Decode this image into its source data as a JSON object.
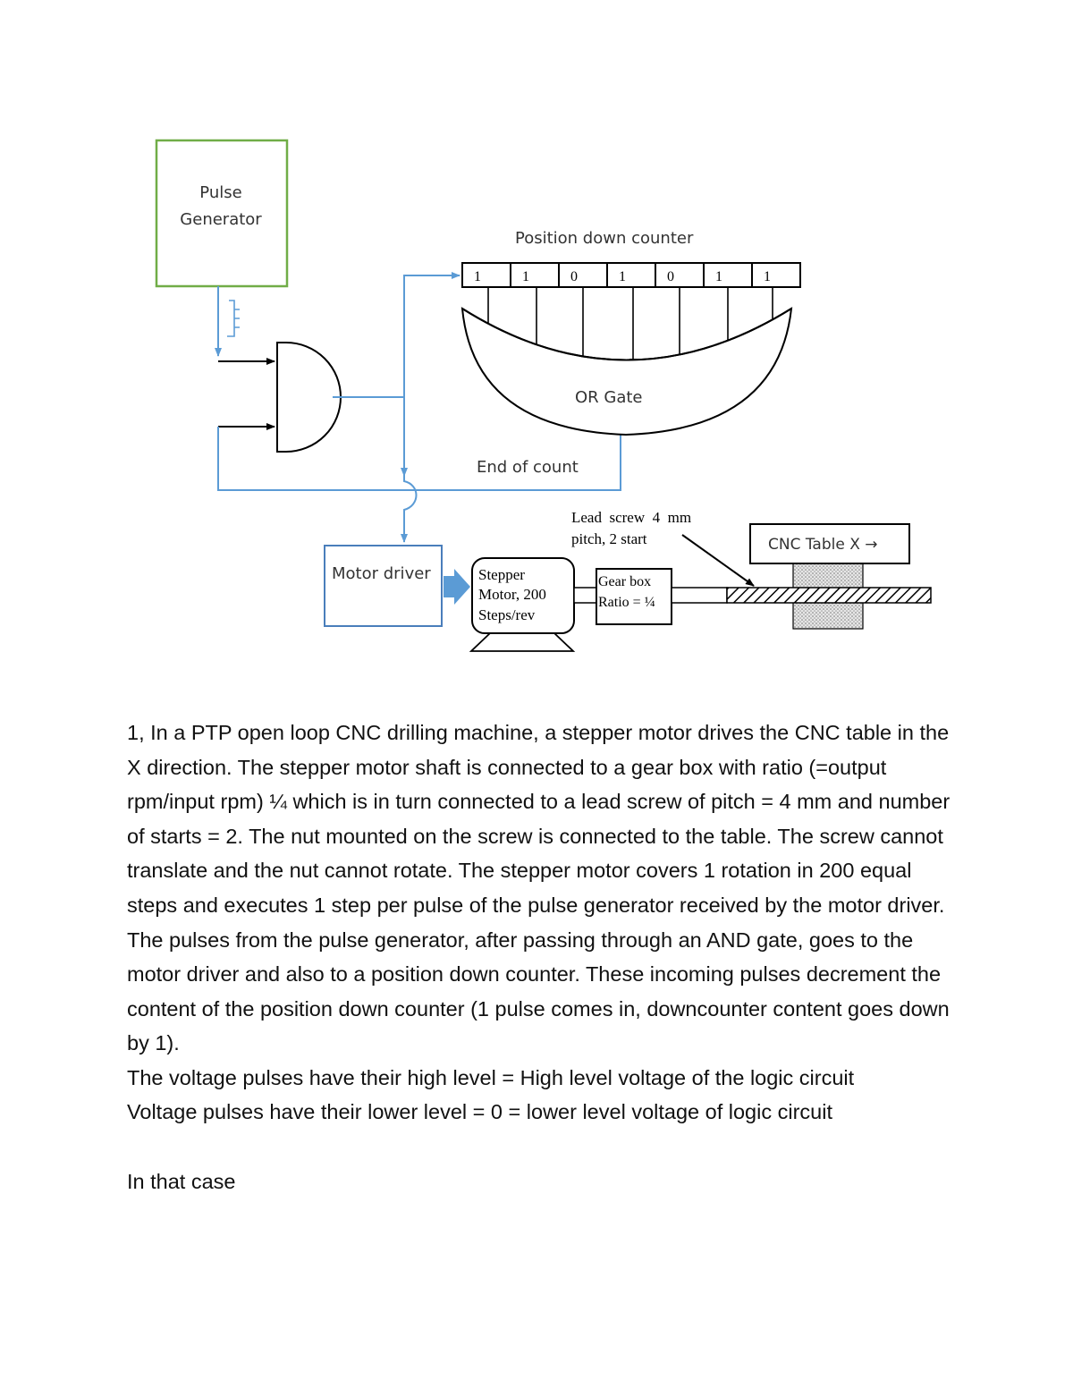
{
  "diagram": {
    "pulse_generator": [
      "Pulse",
      "Generator"
    ],
    "counter_title": "Position down counter",
    "counter_bits": [
      "1",
      "1",
      "0",
      "1",
      "0",
      "1",
      "1"
    ],
    "or_gate_label": "OR Gate",
    "end_of_count_label": "End of count",
    "motor_driver_label": "Motor driver",
    "stepper_motor": [
      "Stepper",
      "Motor, 200",
      "Steps/rev"
    ],
    "gear_box": [
      "Gear box",
      "Ratio = ¼"
    ],
    "lead_screw": [
      "Lead  screw  4  mm",
      "pitch, 2 start"
    ],
    "cnc_table_label": "CNC Table X →",
    "colors": {
      "green_box": "#70ad47",
      "blue_line": "#5b9bd5",
      "black": "#000000"
    }
  },
  "text": {
    "paragraph": " 1, In a PTP open loop CNC drilling machine, a stepper motor drives the CNC table in the X direction. The stepper motor shaft is connected to a gear box with ratio (=output rpm/input rpm) ¼ which is in turn connected to a lead screw of pitch = 4 mm and number of starts = 2. The nut mounted on the screw is connected to the table. The screw cannot translate and the nut cannot rotate. The stepper motor covers 1 rotation in 200 equal steps and executes 1 step per pulse of the pulse generator received by the motor driver. The pulses from the pulse generator, after passing through an AND gate, goes to the motor driver and also to a position down counter. These incoming pulses decrement the content of the position down counter (1 pulse comes in, downcounter content goes down by 1).",
    "line_high": "The voltage pulses have their high level = High level voltage of the logic circuit",
    "line_low": "Voltage pulses have their lower level = 0 = lower level voltage of logic  circuit",
    "closing": "In that case"
  }
}
